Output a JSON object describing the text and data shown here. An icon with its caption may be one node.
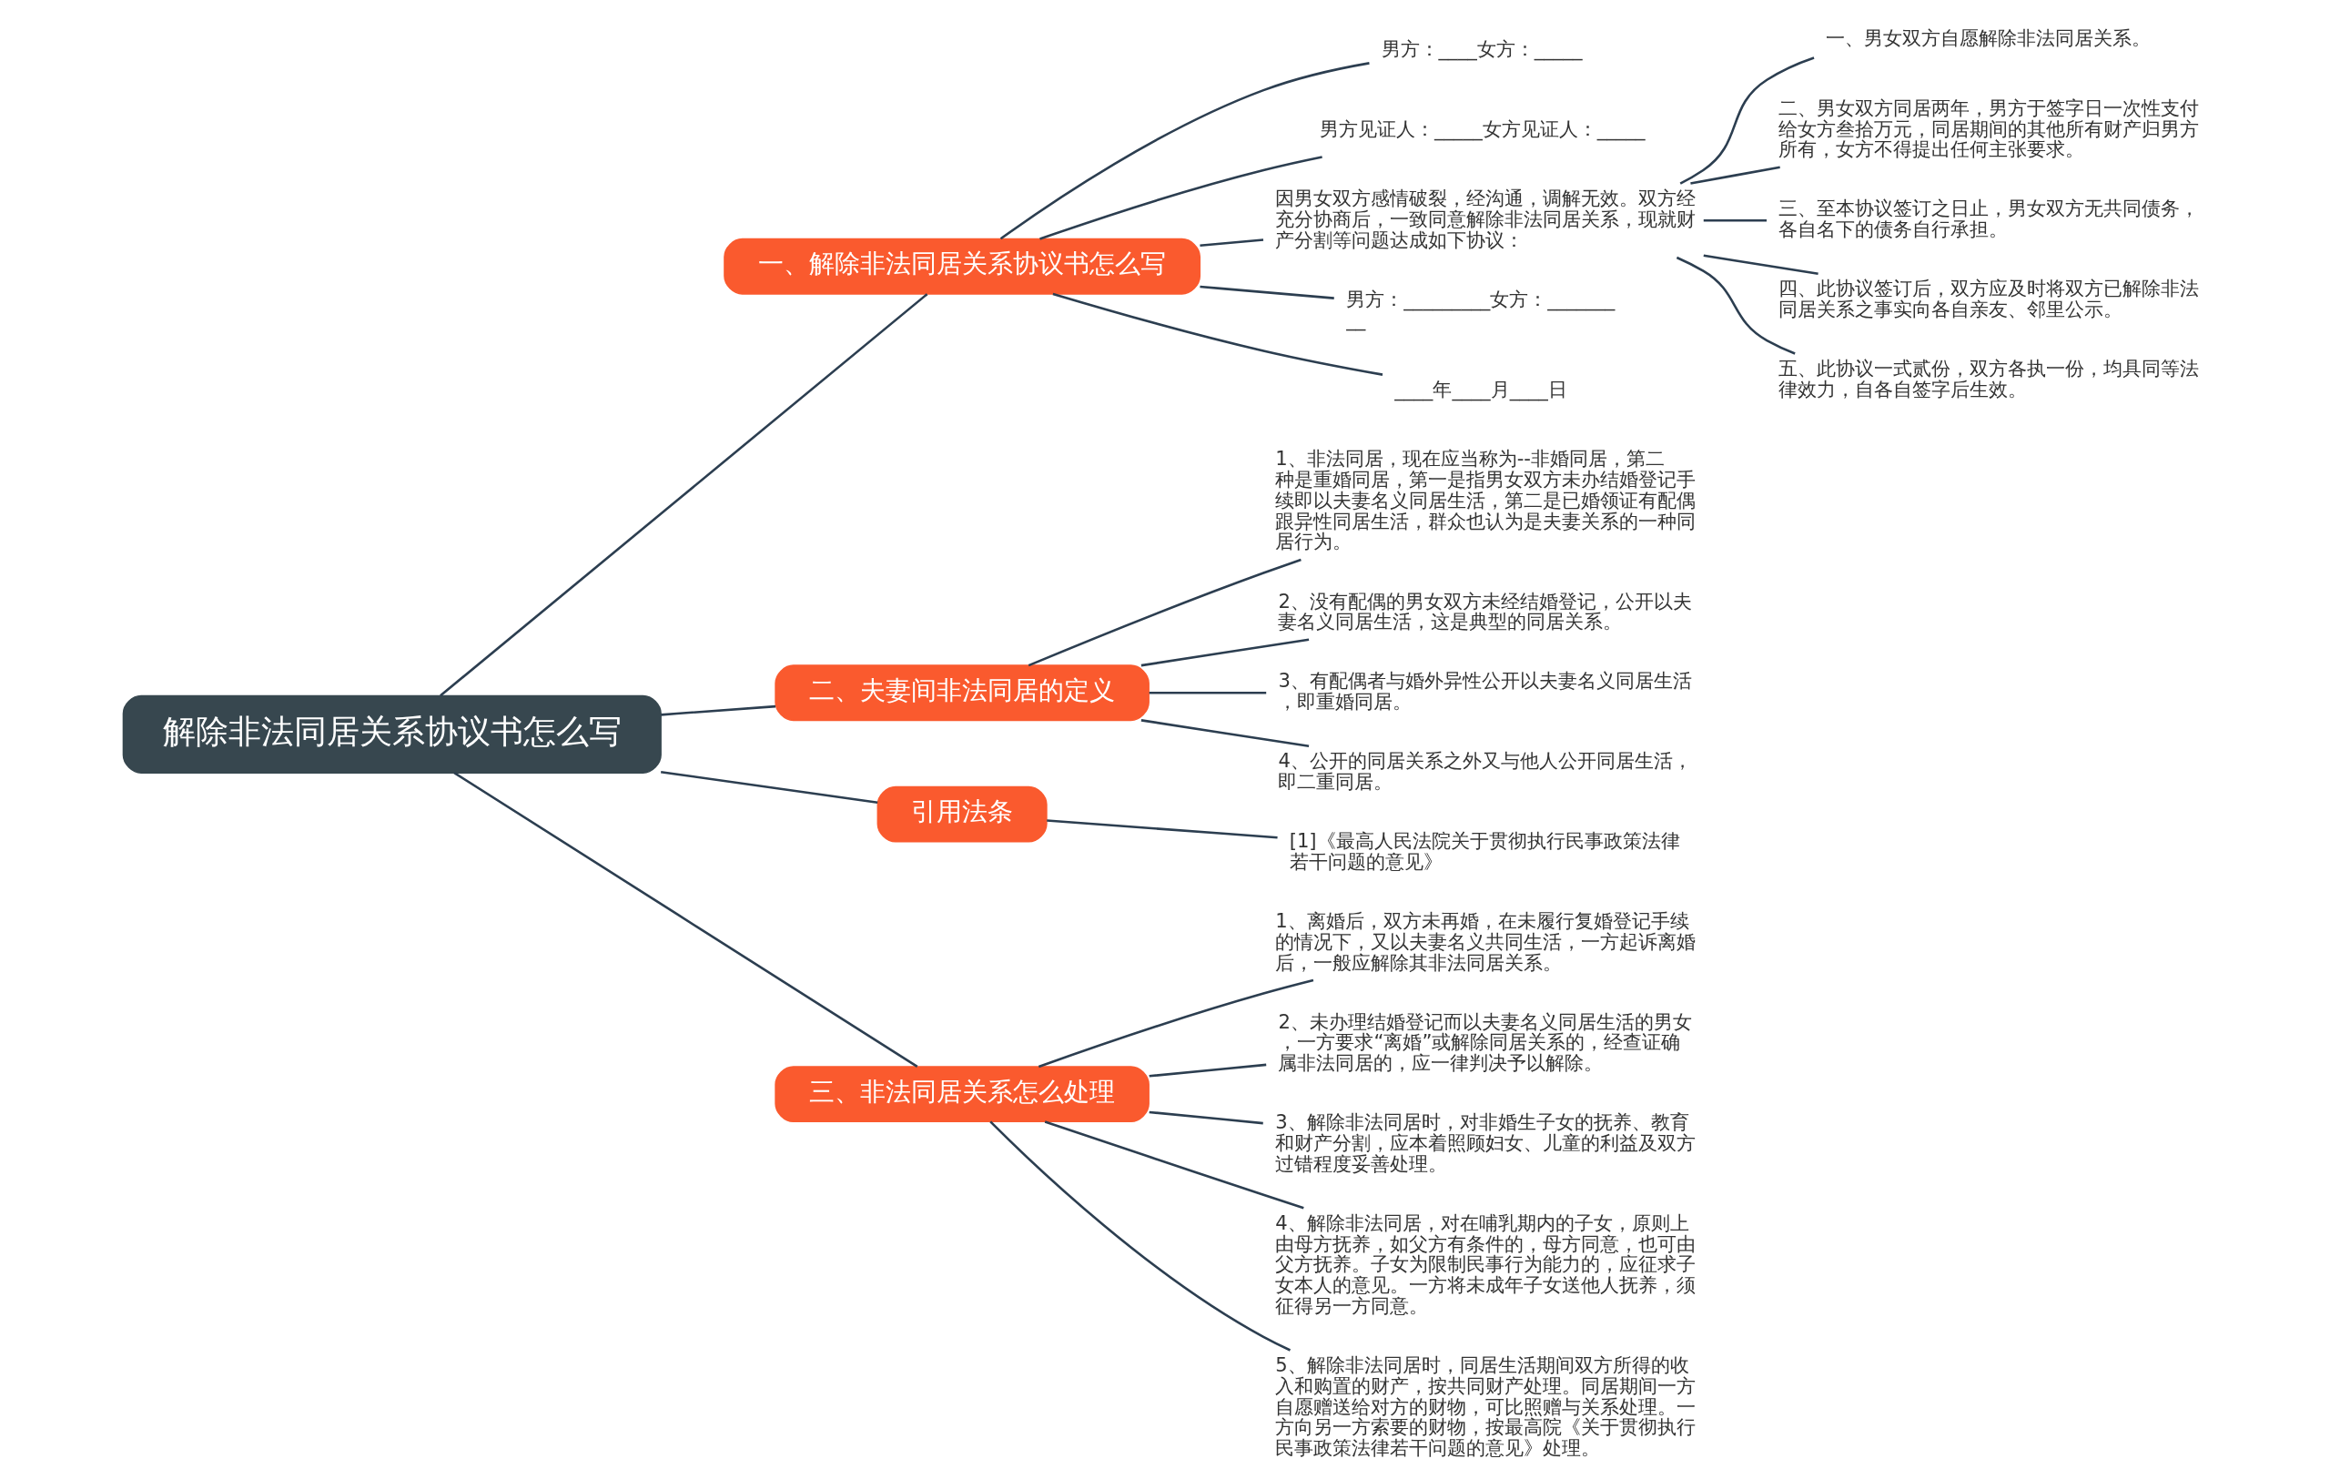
{
  "diagram": {
    "nodes": [
      {
        "text": [
          "解除非法同居关系协议书怎么写"
        ]
      },
      {
        "text": [
          "一、解除非法同居关系协议书怎么写"
        ]
      },
      {
        "text": [
          "男方：____女方：_____"
        ]
      },
      {
        "text": [
          "男方见证人：_____女方见证人：_____"
        ]
      },
      {
        "text": [
          "因男女双方感情破裂，经沟通，调解无效。双方经充分协商后，一致同意解除非法同居关系，现就财产分割等问题达成如下协议："
        ]
      },
      {
        "text": [
          "一、男女双方自愿解除非法同居关系。"
        ]
      },
      {
        "text": [
          "二、男女双方同居两年，男方于签字日一次性支付给女方叁拾万元，同居期间的其他所有财产归男方所有，女方不得提出任何主张要求。"
        ]
      },
      {
        "text": [
          "三、至本协议签订之日止，男女双方无共同债务，各自名下的债务自行承担。"
        ]
      },
      {
        "text": [
          "四、此协议签订后，双方应及时将双方已解除非法同居关系之事实向各自亲友、邻里公示。"
        ]
      },
      {
        "text": [
          "五、此协议一式贰份，双方各执一份，均具同等法律效力，自各自签字后生效。"
        ]
      },
      {
        "text": [
          "男方：_________女方：_________"
        ]
      },
      {
        "text": [
          "____年____月____日"
        ]
      },
      {
        "text": [
          "二、夫妻间非法同居的定义"
        ]
      },
      {
        "text": [
          "1、非法同居，现在应当称为--非婚同居，第二种是重婚同居，第一是指男女双方未办结婚登记手续即以夫妻名义同居生活，第二是已婚领证有配偶跟异性同居生活，群众也认为是夫妻关系的一种同居行为。"
        ]
      },
      {
        "text": [
          "2、没有配偶的男女双方未经结婚登记，公开以夫妻名义同居生活，这是典型的同居关系。"
        ]
      },
      {
        "text": [
          "3、有配偶者与婚外异性公开以夫妻名义同居生活，即重婚同居。"
        ]
      },
      {
        "text": [
          "4、公开的同居关系之外又与他人公开同居生活，即二重同居。"
        ]
      },
      {
        "text": [
          "引用法条"
        ]
      },
      {
        "text": [
          "[1]《最高人民法院关于贯彻执行民事政策法律若干问题的意见》"
        ]
      },
      {
        "text": [
          "三、非法同居关系怎么处理"
        ]
      },
      {
        "text": [
          "1、离婚后，双方未再婚，在未履行复婚登记手续的情况下，又以夫妻名义共同生活，一方起诉离婚后，一般应解除其非法同居关系。"
        ]
      },
      {
        "text": [
          "2、未办理结婚登记而以夫妻名义同居生活的男女，一方要求“离婚”或解除同居关系的，经查证确属非法同居的，应一律判决予以解除。"
        ]
      },
      {
        "text": [
          "3、解除非法同居时，对非婚生子女的抚养、教育和财产分割，应本着照顾妇女、儿童的利益及双方过错程度妥善处理。"
        ]
      },
      {
        "text": [
          "4、解除非法同居，对在哺乳期内的子女，原则上由母方抚养，如父方有条件的，母方同意，也可由父方抚养。子女为限制民事行为能力的，应征求子女本人的意见。一方将未成年子女送他人抚养，须征得另一方同意。"
        ]
      },
      {
        "text": [
          "5、解除非法同居时，同居生活期间双方所得的收入和购置的财产，按共同财产处理。同居期间一方自愿赠送给对方的财物，可比照赠与关系处理。一方向另一方索要的财物，按最高院《关于贯彻执行民事政策法律若干问题的意见》处理。"
        ]
      }
    ],
    "edges": [
      {
        "from": 0,
        "to": 1,
        "arrow": "none"
      },
      {
        "from": 1,
        "to": 2,
        "arrow": "none"
      },
      {
        "from": 1,
        "to": 3,
        "arrow": "none"
      },
      {
        "from": 1,
        "to": 4,
        "arrow": "none"
      },
      {
        "from": 4,
        "to": 5,
        "arrow": "none"
      },
      {
        "from": 4,
        "to": 6,
        "arrow": "none"
      },
      {
        "from": 4,
        "to": 7,
        "arrow": "none"
      },
      {
        "from": 4,
        "to": 8,
        "arrow": "none"
      },
      {
        "from": 4,
        "to": 9,
        "arrow": "none"
      },
      {
        "from": 1,
        "to": 10,
        "arrow": "none"
      },
      {
        "from": 1,
        "to": 11,
        "arrow": "none"
      },
      {
        "from": 0,
        "to": 12,
        "arrow": "none"
      },
      {
        "from": 12,
        "to": 13,
        "arrow": "none"
      },
      {
        "from": 12,
        "to": 14,
        "arrow": "none"
      },
      {
        "from": 12,
        "to": 15,
        "arrow": "none"
      },
      {
        "from": 12,
        "to": 16,
        "arrow": "none"
      },
      {
        "from": 0,
        "to": 17,
        "arrow": "none"
      },
      {
        "from": 17,
        "to": 18,
        "arrow": "none"
      },
      {
        "from": 0,
        "to": 19,
        "arrow": "none"
      },
      {
        "from": 19,
        "to": 20,
        "arrow": "none"
      },
      {
        "from": 19,
        "to": 21,
        "arrow": "none"
      },
      {
        "from": 19,
        "to": 22,
        "arrow": "none"
      },
      {
        "from": 19,
        "to": 23,
        "arrow": "none"
      },
      {
        "from": 19,
        "to": 24,
        "arrow": "none"
      }
    ]
  }
}
